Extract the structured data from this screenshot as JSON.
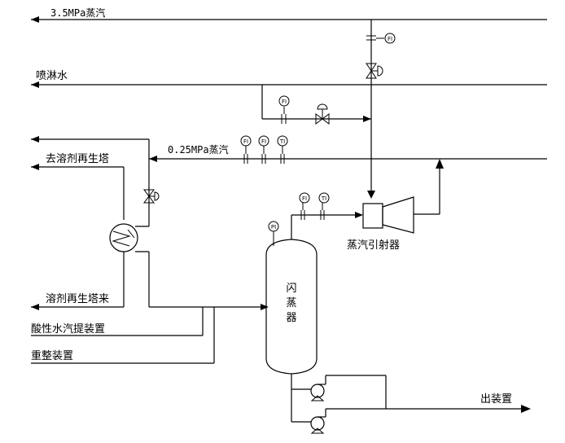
{
  "streams": {
    "steam_35": "3.5MPa蒸汽",
    "spray_water": "喷淋水",
    "steam_025": "0.25MPa蒸汽",
    "to_regen_tower": "去溶剂再生塔",
    "from_regen_tower": "溶剂再生塔来",
    "acid_water_stripper": "酸性水汽提装置",
    "reforming_unit": "重整装置",
    "out_of_unit": "出装置"
  },
  "equipment": {
    "flash_drum": [
      "闪",
      "蒸",
      "器"
    ],
    "steam_ejector": "蒸汽引射器"
  },
  "instruments": {
    "fi": "FI",
    "ti": "TI",
    "pi": "PI"
  }
}
